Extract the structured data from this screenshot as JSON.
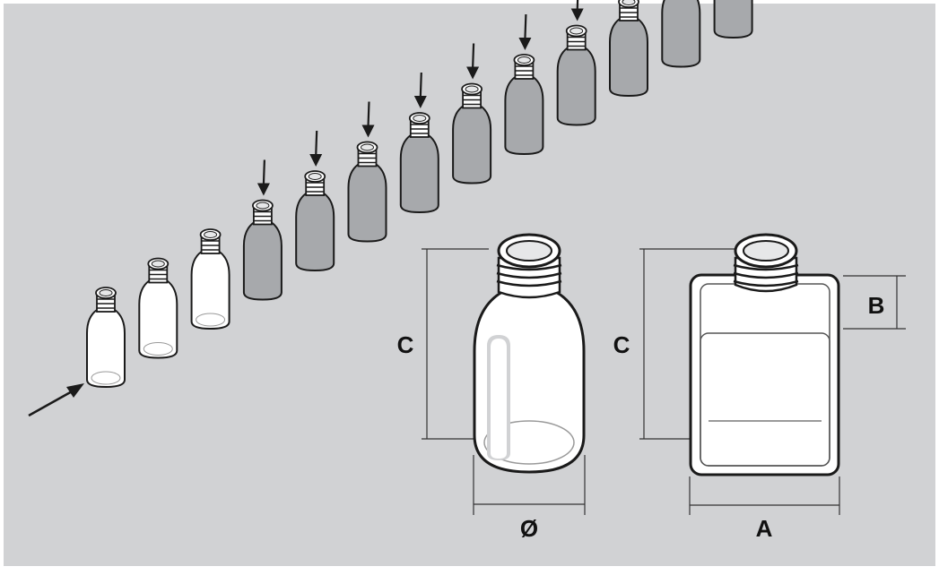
{
  "diagram": {
    "labels": {
      "height_round": "C",
      "height_square": "C",
      "diameter": "Ø",
      "width": "A",
      "shoulder": "B"
    },
    "line_bottles": {
      "empty_count": 3,
      "filled_count": 10
    },
    "colors": {
      "background": "#d1d2d4",
      "empty_bottle": "#ffffff",
      "filled_bottle": "#a7a9ac",
      "outline": "#1a1a1a",
      "dimension_line": "#333333"
    }
  }
}
